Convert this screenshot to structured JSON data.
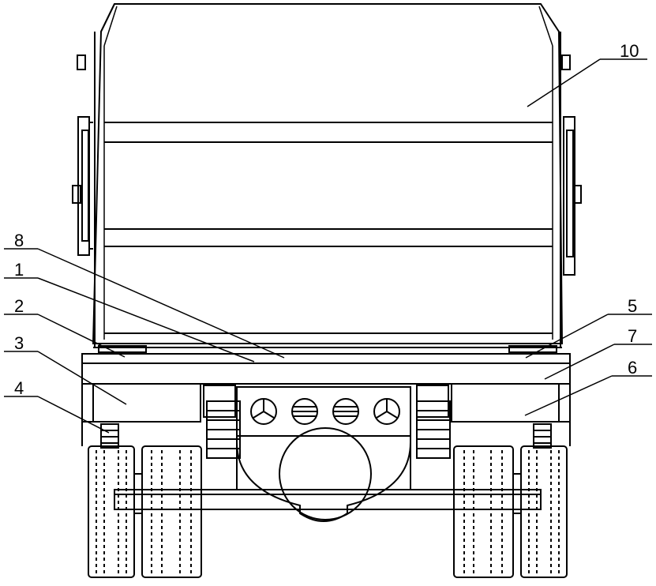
{
  "diagram": {
    "line_color": "#000000",
    "background": "#ffffff",
    "callouts": [
      {
        "id": "label-10",
        "text": "10"
      },
      {
        "id": "label-8",
        "text": "8"
      },
      {
        "id": "label-1",
        "text": "1"
      },
      {
        "id": "label-2",
        "text": "2"
      },
      {
        "id": "label-3",
        "text": "3"
      },
      {
        "id": "label-4",
        "text": "4"
      },
      {
        "id": "label-5",
        "text": "5"
      },
      {
        "id": "label-7",
        "text": "7"
      },
      {
        "id": "label-6",
        "text": "6"
      }
    ]
  }
}
